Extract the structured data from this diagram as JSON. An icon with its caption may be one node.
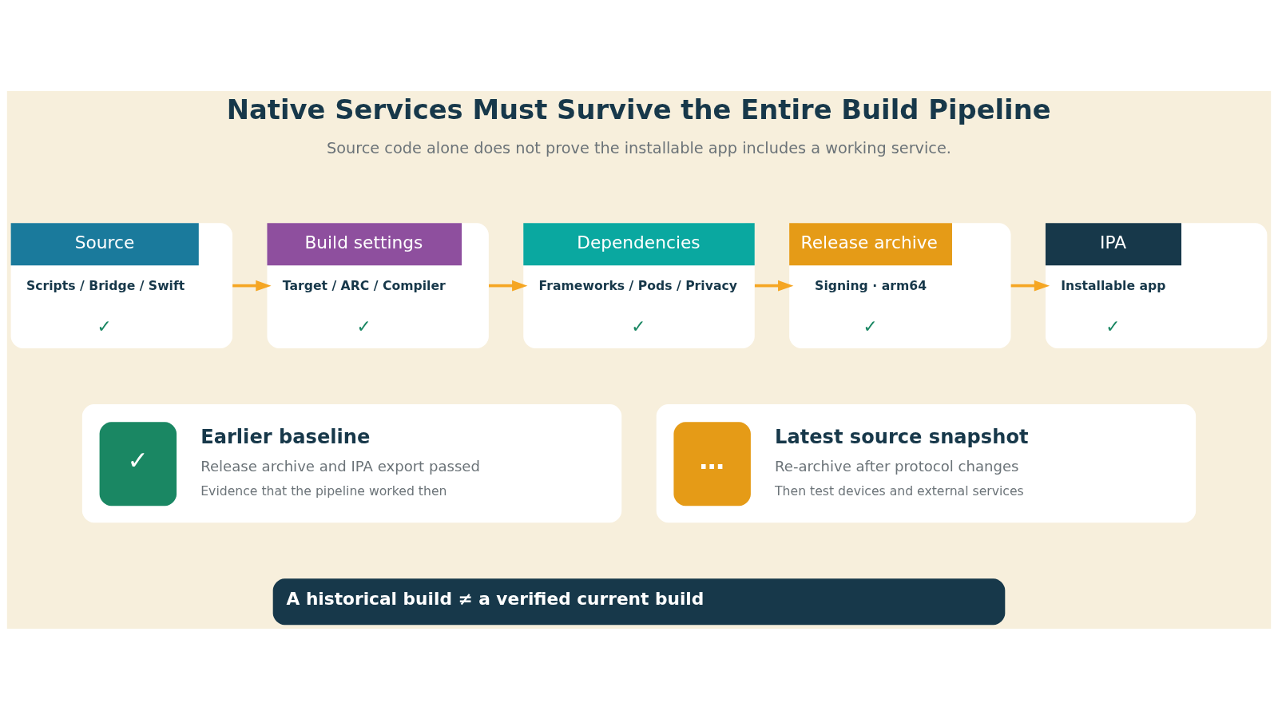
{
  "diagram": {
    "title": "Native Services Must Survive the Entire Build Pipeline",
    "nodes": [
      {
        "text": [
          "Source",
          "Scripts / Bridge / Swift",
          "✓"
        ]
      },
      {
        "text": [
          "Build settings",
          "Target / ARC / Compiler",
          "✓"
        ]
      },
      {
        "text": [
          "Dependencies",
          "Frameworks / Pods / Privacy",
          "✓"
        ]
      },
      {
        "text": [
          "Release archive",
          "Signing · arm64",
          "✓"
        ]
      },
      {
        "text": [
          "IPA",
          "Installable app",
          "✓"
        ]
      },
      {
        "text": [
          "✓",
          "Earlier baseline",
          "Release archive and IPA export passed",
          "Evidence that the pipeline worked then"
        ]
      },
      {
        "text": [
          "…",
          "Latest source snapshot",
          "Re-archive after protocol changes",
          "Then test devices and external services"
        ]
      },
      {
        "text": [
          "A historical build ≠ a verified current build"
        ]
      }
    ],
    "edges": [
      {
        "from": 0,
        "to": 1,
        "arrow": "to"
      },
      {
        "from": 1,
        "to": 2,
        "arrow": "to"
      },
      {
        "from": 2,
        "to": 3,
        "arrow": "to"
      },
      {
        "from": 3,
        "to": 4,
        "arrow": "to"
      }
    ],
    "labels": [
      "Source code alone does not prove the installable app includes a working service."
    ]
  }
}
